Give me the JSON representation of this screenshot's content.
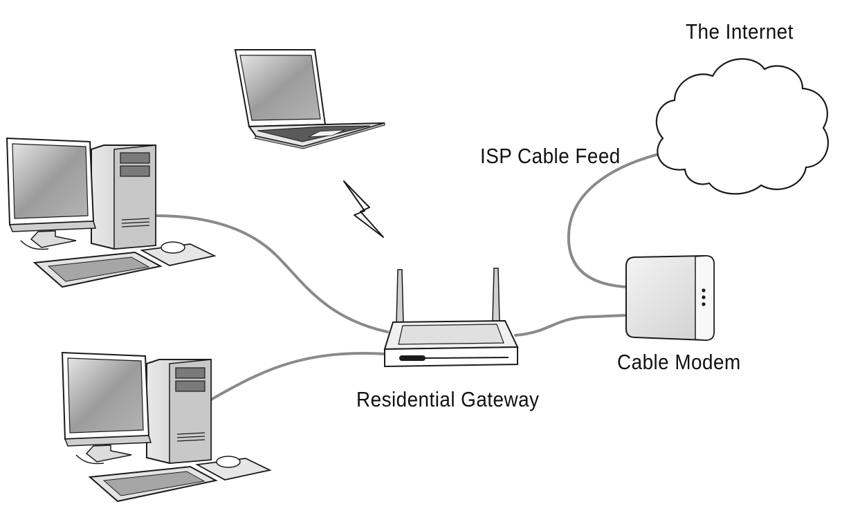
{
  "labels": {
    "internet": "The Internet",
    "isp_feed": "ISP Cable Feed",
    "cable_modem": "Cable Modem",
    "gateway": "Residential Gateway"
  },
  "colors": {
    "cable": "#8a8a8a",
    "outline": "#1a1a1a",
    "device_body": "#d6d6d6",
    "screen": "#9a9a9a",
    "modem_face": "#ececec"
  },
  "devices": [
    "desktop-computer-1",
    "desktop-computer-2",
    "laptop",
    "wireless-signal",
    "residential-gateway",
    "cable-modem",
    "internet-cloud"
  ]
}
